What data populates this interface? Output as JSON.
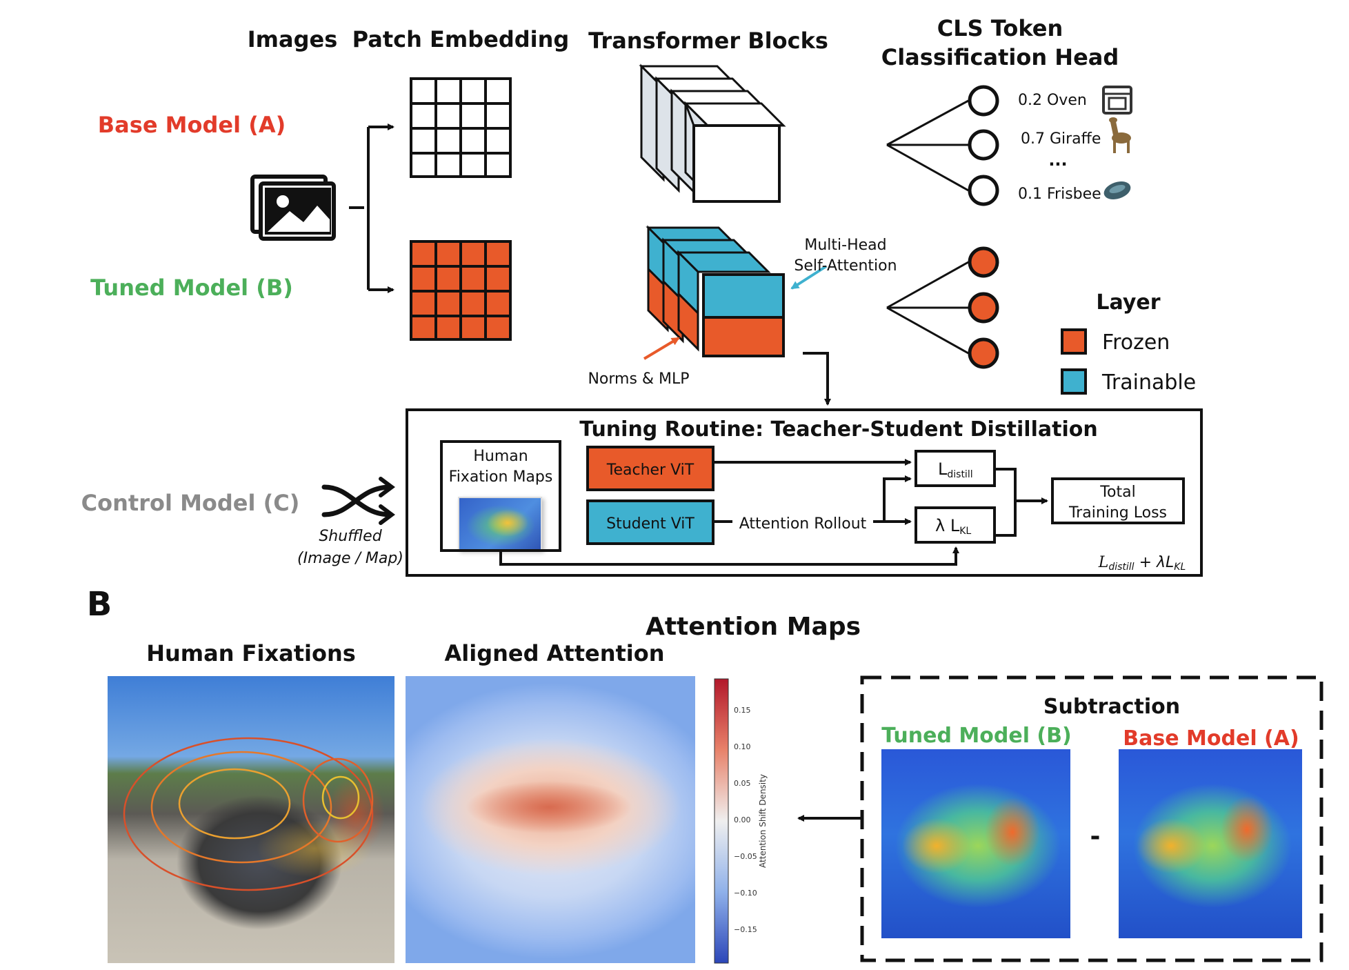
{
  "colors": {
    "frozen": "#e85a2a",
    "trainable": "#3fb1cf",
    "base_red": "#e23b2a",
    "tuned_green": "#4caf5a",
    "control_gray": "#8a8a8a",
    "colorbar_top": "#b2182b",
    "colorbar_bottom": "#2c46b8"
  },
  "panelA": {
    "headers": {
      "images": "Images",
      "patch_embedding": "Patch Embedding",
      "transformer_blocks": "Transformer Blocks",
      "cls_line1": "CLS Token",
      "cls_line2": "Classification Head"
    },
    "models": {
      "base": "Base Model (A)",
      "tuned": "Tuned Model (B)",
      "control": "Control Model (C)"
    },
    "predictions": [
      {
        "text": "0.2 Oven",
        "icon": "oven-icon"
      },
      {
        "text": "0.7 Giraffe",
        "icon": "giraffe-icon"
      },
      {
        "text": "0.1 Frisbee",
        "icon": "frisbee-icon"
      }
    ],
    "ellipsis": "...",
    "annotations": {
      "mhsa_line1": "Multi-Head",
      "mhsa_line2": "Self-Attention",
      "norms_mlp": "Norms & MLP"
    },
    "legend": {
      "title": "Layer",
      "frozen": "Frozen",
      "trainable": "Trainable"
    },
    "control": {
      "shuffled_line1": "Shuffled",
      "shuffled_line2": "(Image / Map)",
      "icon": "shuffle-icon"
    },
    "tuning": {
      "title": "Tuning Routine: Teacher-Student Distillation",
      "human_line1": "Human",
      "human_line2": "Fixation Maps",
      "teacher": "Teacher ViT",
      "student": "Student ViT",
      "rollout": "Attention Rollout",
      "l_distill_base": "L",
      "l_distill_sub": "distill",
      "l_kl_prefix": "λ L",
      "l_kl_sub": "KL",
      "total_line1": "Total",
      "total_line2": "Training Loss",
      "formula_l": "L",
      "formula_distill": "distill",
      "formula_plus": " + λL",
      "formula_kl": "KL"
    }
  },
  "panelB": {
    "label": "B",
    "title": "Attention Maps",
    "human_fixations": "Human Fixations",
    "aligned_attention": "Aligned Attention",
    "colorbar_label": "Attention Shift Density",
    "colorbar_ticks": [
      "0.15",
      "0.10",
      "0.05",
      "0.00",
      "−0.05",
      "−0.10",
      "−0.15"
    ],
    "subtraction": {
      "title": "Subtraction",
      "tuned": "Tuned Model (B)",
      "base": "Base Model (A)",
      "minus": "-"
    }
  }
}
